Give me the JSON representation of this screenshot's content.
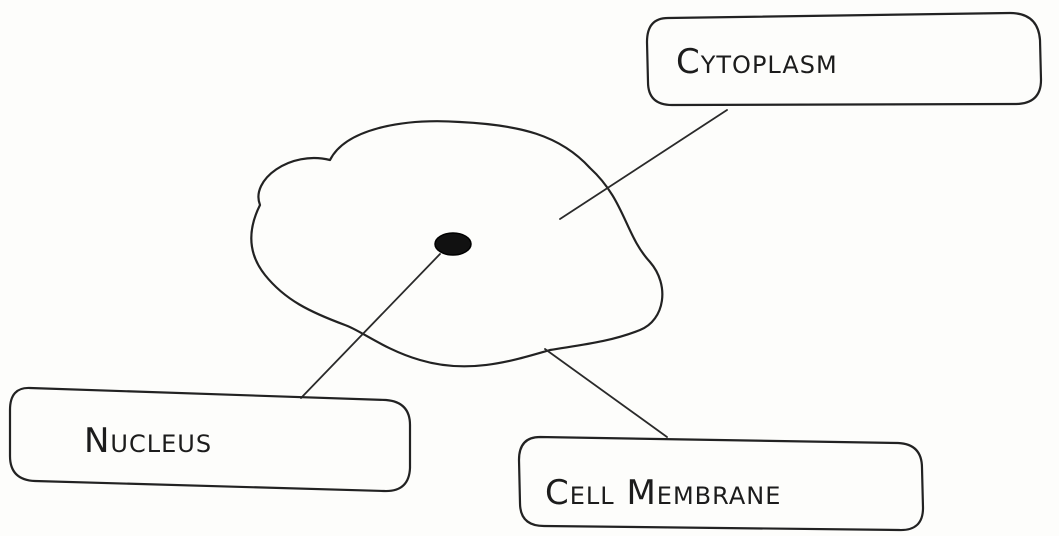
{
  "diagram": {
    "labels": {
      "cytoplasm": "Cytoplasm",
      "nucleus": "Nucleus",
      "cell_membrane": "Cell Membrane"
    },
    "colors": {
      "ink": "#222222",
      "nucleus_fill": "#111111",
      "background": "#fdfdfb"
    }
  }
}
